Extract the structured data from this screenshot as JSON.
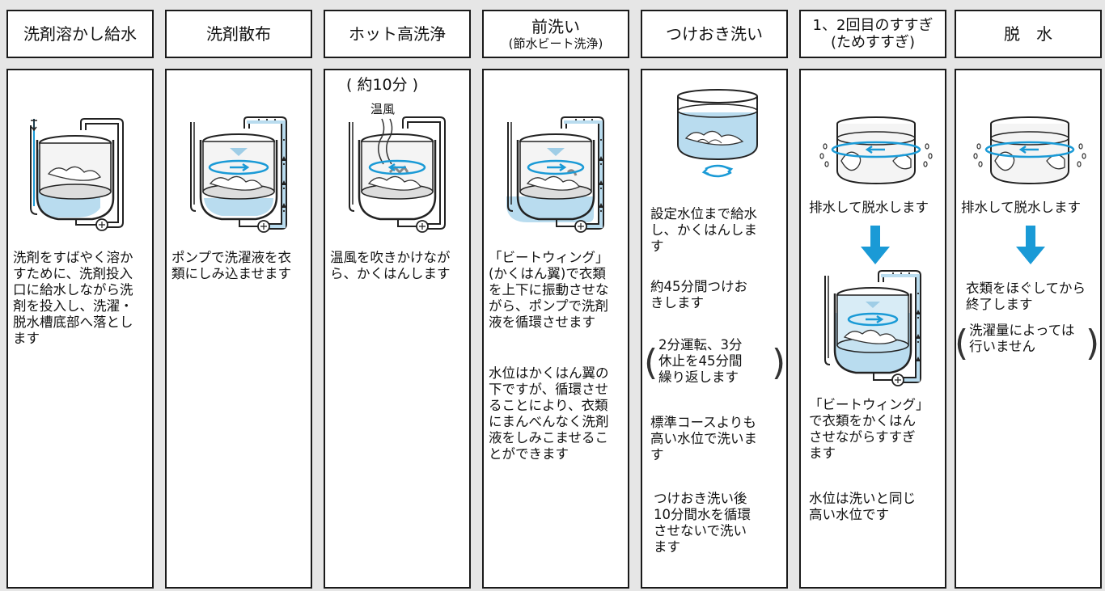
{
  "colors": {
    "water": "#b9dcef",
    "water_deep": "#9fcde6",
    "arrow_blue": "#1a9ad6",
    "pipe": "#b9dcef",
    "border": "#1a1a1a"
  },
  "steps": [
    {
      "title": "洗剤溶かし給水",
      "texts": [
        "洗剤をすばやく溶か\nすために、洗剤投入\n口に給水しながら洗\n剤を投入し、洗濯・\n脱水槽底部へ落とし\nます"
      ]
    },
    {
      "title": "洗剤散布",
      "texts": [
        "ポンプで洗濯液を衣\n類にしみ込ませます"
      ]
    },
    {
      "title": "ホット高洗浄",
      "note": "( 約10分 )",
      "label": "温風",
      "texts": [
        "温風を吹きかけなが\nら、かくはんします"
      ]
    },
    {
      "title": "前洗い",
      "subtitle": "(節水ビート洗浄)",
      "texts": [
        "「ビートウィング」\n(かくはん翼)で衣類\nを上下に振動させな\nがら、ポンプで洗剤\n液を循環させます",
        "水位はかくはん翼の\n下ですが、循環させ\nることにより、衣類\nにまんべんなく洗剤\n液をしみこませるこ\nとができます"
      ]
    },
    {
      "title": "つけおき洗い",
      "texts": [
        "設定水位まで給水\nし、かくはんしま\nす",
        "約45分間つけお\nきします",
        "2分運転、3分\n休止を45分間\n繰り返します",
        "標準コースよりも\n高い水位で洗いま\nす",
        "つけおき洗い後\n10分間水を循環\nさせないで洗い\nます"
      ]
    },
    {
      "title": "1、2回目のすすぎ",
      "subtitle": "(ためすすぎ)",
      "texts": [
        "排水して脱水します",
        "「ビートウィング」\nで衣類をかくはん\nさせながらすすぎ\nます",
        "水位は洗いと同じ\n高い水位です"
      ]
    },
    {
      "title": "脱　水",
      "texts": [
        "排水して脱水します",
        "衣類をほぐしてから\n終了します",
        "洗濯量によっては\n行いません"
      ]
    }
  ]
}
